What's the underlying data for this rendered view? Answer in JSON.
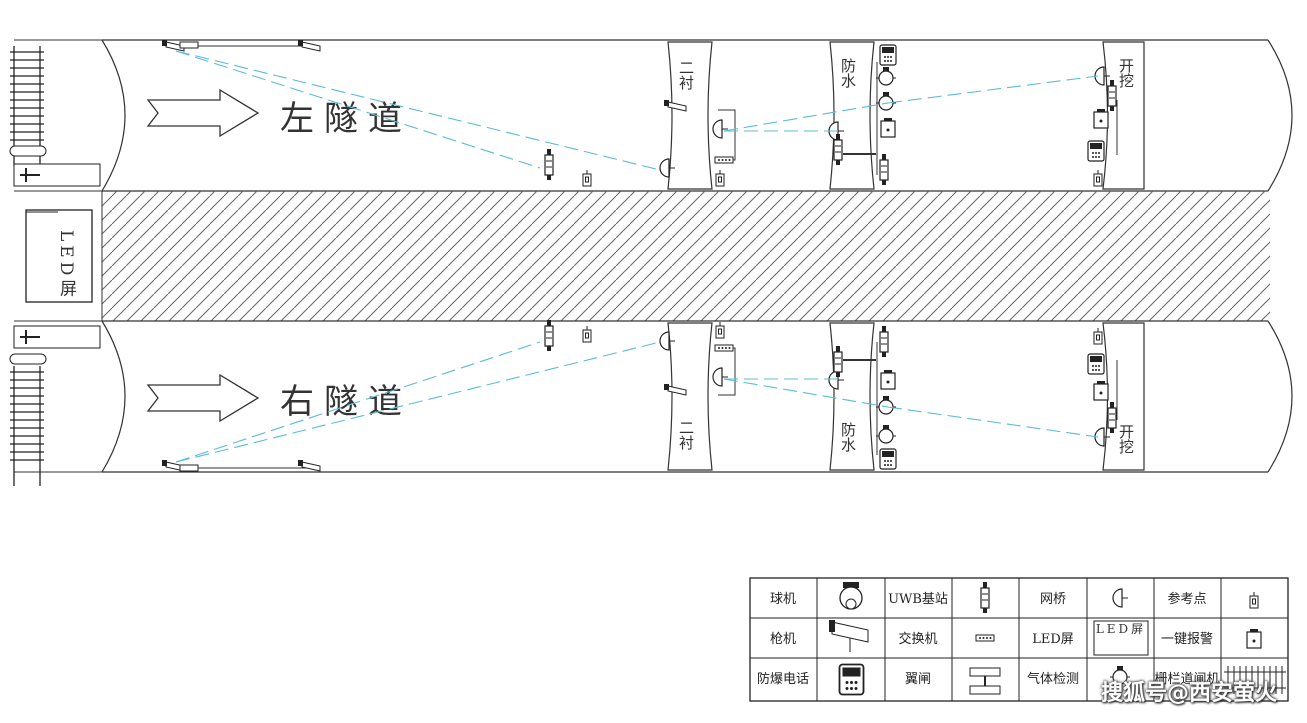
{
  "tunnels": {
    "left": {
      "label": "左隧道",
      "second_lining": "二衬",
      "waterproof": "防水",
      "excavation": "开挖"
    },
    "right": {
      "label": "右隧道",
      "second_lining": "二衬",
      "waterproof": "防水",
      "excavation": "开挖"
    }
  },
  "led_screen_label": "LED屏",
  "legend": [
    {
      "label": "球机",
      "icon": "dome-camera-icon"
    },
    {
      "label": "UWB基站",
      "icon": "uwb-base-station-icon"
    },
    {
      "label": "网桥",
      "icon": "bridge-icon"
    },
    {
      "label": "参考点",
      "icon": "reference-point-icon"
    },
    {
      "label": "枪机",
      "icon": "bullet-camera-icon"
    },
    {
      "label": "交换机",
      "icon": "switch-icon"
    },
    {
      "label": "LED屏",
      "icon": "led-screen-icon",
      "icon_text": "LED屏"
    },
    {
      "label": "一键报警",
      "icon": "alarm-button-icon"
    },
    {
      "label": "防爆电话",
      "icon": "explosion-proof-phone-icon"
    },
    {
      "label": "翼闸",
      "icon": "wing-gate-icon"
    },
    {
      "label": "气体检测",
      "icon": "gas-detector-icon"
    },
    {
      "label": "栅栏道闸机",
      "icon": "fence-barrier-icon"
    }
  ],
  "watermark": "搜狐号@西安萤火",
  "colors": {
    "line": "#333333",
    "link": "#5bbcd6",
    "hatch": "#555555"
  }
}
